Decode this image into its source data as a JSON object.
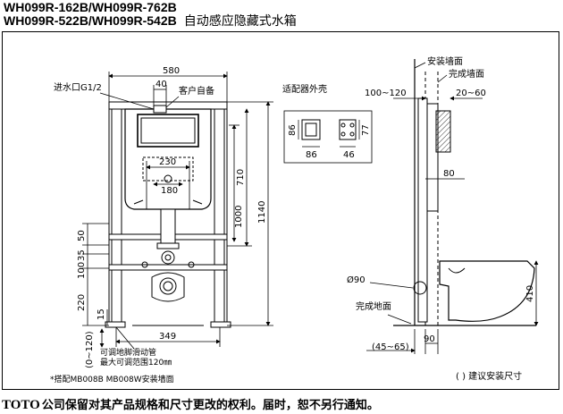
{
  "header": {
    "title_line1": "WH099R-162B/WH099R-762B",
    "title_line2": "WH099R-522B/WH099R-542B",
    "title_cn": "自动感应隐藏式水箱"
  },
  "front_view": {
    "width_label": "580",
    "inlet_label": "进水口G1/2",
    "inlet_offset": "40",
    "customer_label": "客户自备",
    "h_710": "710",
    "h_1000": "1000",
    "h_1140": "1140",
    "w_230": "230",
    "w_180": "180",
    "v_50": "50",
    "v_35": "35",
    "v_100": "100",
    "v_220": "220",
    "v_15": "15",
    "adj_range": "(0~120)",
    "w_349": "349",
    "adj_note1": "可调地脚滑动管",
    "adj_note2": "最大可调范围120㎜"
  },
  "adapter": {
    "label": "适配器外壳",
    "d86a": "86",
    "d86b": "86",
    "d77": "77",
    "d46": "46"
  },
  "side_view": {
    "wall_install": "安装墙面",
    "wall_finish": "完成墙面",
    "d100_120": "100~120",
    "d20_60": "20~60",
    "d80": "80",
    "d90dia": "Ø90",
    "floor_finish": "完成地面",
    "d410": "410",
    "d45_65": "(45~65)",
    "d90": "90"
  },
  "notes": {
    "wall_note": "*搭配MB008B MB008W安装墙面",
    "paren_note": "( ) 建议安装尺寸"
  },
  "footer": {
    "brand": "TOTO",
    "text": "公司保留对其产品规格和尺寸更改的权利。届时，恕不另行通知。"
  }
}
